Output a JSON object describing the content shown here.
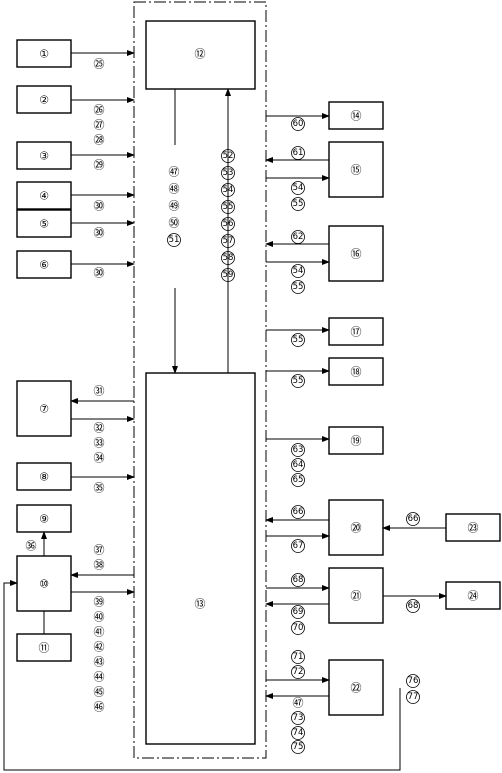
{
  "boxes": {
    "b1": "①",
    "b2": "②",
    "b3": "③",
    "b4": "④",
    "b5": "⑤",
    "b6": "⑥",
    "b7": "⑦",
    "b8": "⑧",
    "b9": "⑨",
    "b10": "⑩",
    "b11": "⑪",
    "b12": "⑫",
    "b13": "⑬",
    "b14": "⑭",
    "b15": "⑮",
    "b16": "⑯",
    "b17": "⑰",
    "b18": "⑱",
    "b19": "⑲",
    "b20": "⑳",
    "b21": "㉑",
    "b22": "㉒",
    "b23": "㉓",
    "b24": "㉔"
  },
  "signals": {
    "s25": "㉕",
    "s26": "㉖",
    "s27": "㉗",
    "s28": "㉘",
    "s29": "㉙",
    "s30": "㉚",
    "s31": "㉛",
    "s32": "㉜",
    "s33": "㉝",
    "s34": "㉞",
    "s35": "㉟",
    "s36": "㊱",
    "s37": "㊲",
    "s38": "㊳",
    "s39": "㊴",
    "s40": "㊵",
    "s41": "㊶",
    "s42": "㊷",
    "s43": "㊸",
    "s44": "㊹",
    "s45": "㊺",
    "s46": "㊻",
    "s47": "㊼",
    "s48": "㊽",
    "s49": "㊾",
    "s50": "㊿",
    "s51": "51",
    "s52": "52",
    "s53": "53",
    "s54": "54",
    "s55": "55",
    "s56": "56",
    "s57": "57",
    "s58": "58",
    "s59": "59",
    "s60": "60",
    "s61": "61",
    "s62": "62",
    "s63": "63",
    "s64": "64",
    "s65": "65",
    "s66": "66",
    "s67": "67",
    "s68": "68",
    "s69": "69",
    "s70": "70",
    "s71": "71",
    "s72": "72",
    "s73": "73",
    "s74": "74",
    "s75": "75",
    "s76": "76",
    "s77": "77"
  }
}
